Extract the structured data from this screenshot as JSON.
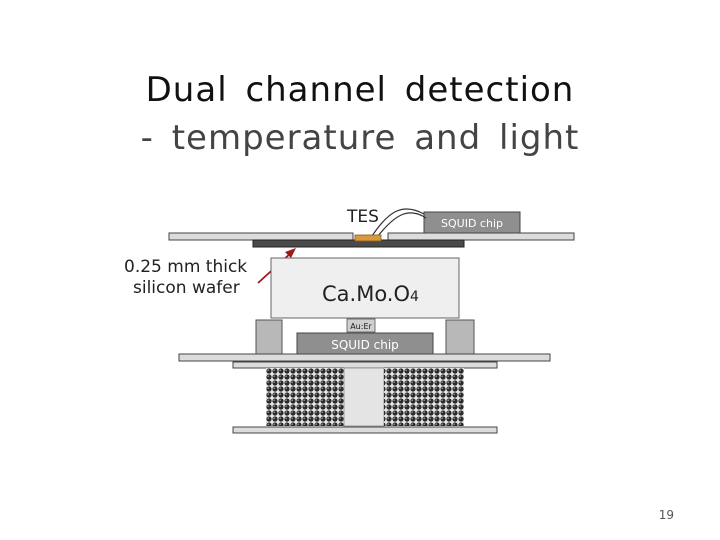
{
  "slide": {
    "title_line1": "Dual channel detection",
    "title_line2": "- temperature and light",
    "page_number": "19"
  },
  "diagram": {
    "tes_label": "TES",
    "squid_chip_top": "SQUID chip",
    "wafer_label_line1": "0.25 mm thick",
    "wafer_label_line2": "silicon wafer",
    "crystal_label": "Ca.Mo.O",
    "crystal_subscript": "4",
    "film_label": "Au:Er",
    "squid_chip_bottom": "SQUID chip"
  }
}
